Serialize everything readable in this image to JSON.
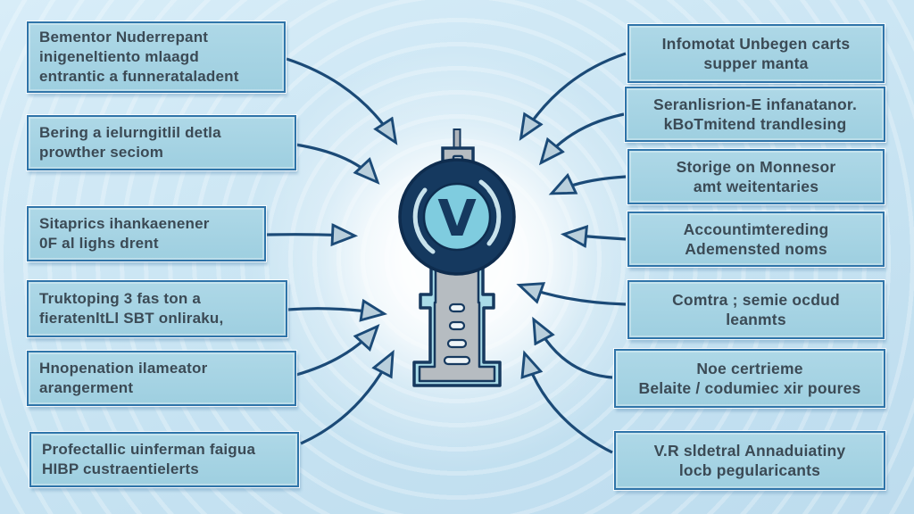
{
  "colors": {
    "background": "#c9e4f3",
    "box_fill": "#a6d3e3",
    "box_border": "#2f74a9",
    "text": "#3b4a55",
    "arrow_line": "#1b4a77",
    "arrowhead_fill": "#b9cfdc",
    "key_head": "#15395f",
    "key_inner_circle": "#7fccdf",
    "key_shaft": "#b6bcc1",
    "key_shaft_rim": "#a9dce9"
  },
  "center_icon": {
    "name": "key-emblem",
    "letter": "V"
  },
  "left_boxes": [
    {
      "lines": [
        "Bementor Nuderrepant",
        "inigeneltiento mlaagd",
        "entrantic a funnerataladent"
      ]
    },
    {
      "lines": [
        "Bering a ielurngitlil detla",
        "prowther seciom"
      ]
    },
    {
      "lines": [
        "Sitaprics ihankaenener",
        "0F al lighs drent"
      ]
    },
    {
      "lines": [
        "Truktoping 3 fas ton a",
        "fieratenltLl SBT onliraku,"
      ]
    },
    {
      "lines": [
        "Hnopenation ilameator",
        "arangerment"
      ]
    },
    {
      "lines": [
        "Profectallic uinferman faigua",
        "HIBP custraentielerts"
      ]
    }
  ],
  "right_boxes": [
    {
      "lines": [
        "Infomotat Unbegen carts",
        "supper manta"
      ]
    },
    {
      "lines": [
        "Seranlisrion-E infanatanor.",
        "kBoTmitend trandlesing"
      ]
    },
    {
      "lines": [
        "Storige on Monnesor",
        "amt weitentaries"
      ]
    },
    {
      "lines": [
        "Accountimtereding",
        "Ademensted noms"
      ]
    },
    {
      "lines": [
        "Comtra ; semie ocdud",
        "leanmts"
      ]
    },
    {
      "lines": [
        "Noe certrieme",
        "Belaite / codumiec xir poures"
      ]
    },
    {
      "lines": [
        "V.R sldetral Annaduiatiny",
        "locb pegularicants"
      ]
    }
  ]
}
